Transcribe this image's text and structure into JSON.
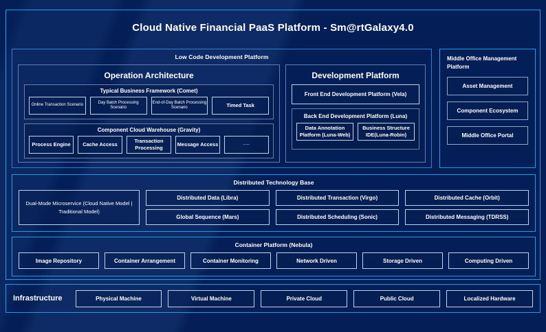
{
  "board": {
    "title": "Cloud Native Financial PaaS Platform - Sm@rtGalaxy4.0",
    "accent_color": "#1e9ee8",
    "background_color": "#041f57",
    "box_border_color": "#c3d4ea"
  },
  "low_code": {
    "title": "Low Code Development Platform",
    "operation_architecture": {
      "title": "Operation Architecture",
      "typical_business_framework": {
        "title": "Typical Business Framework (Comet)",
        "items": [
          "Online Transaction Scenario",
          "Day Batch Processing Scenario",
          "End-of-Day Batch Processing Scenario",
          "Timed Task"
        ]
      },
      "component_cloud_warehouse": {
        "title": "Component Cloud Warehouse (Gravity)",
        "items": [
          "Process Engine",
          "Cache Access",
          "Transaction Processing",
          "Message Access",
          "......"
        ]
      }
    },
    "development_platform": {
      "title": "Development Platform",
      "front_end": "Front End Development Platform (Vela)",
      "back_end": {
        "title": "Back End Development Platform (Luna)",
        "items": [
          "Data Annotation Platform (Luna-Web)",
          "Business Structure IDE(Luna-Robin)"
        ]
      }
    }
  },
  "middle_office": {
    "title": "Middle Office Management Platform",
    "items": [
      "Asset Management",
      "Component Ecosystem",
      "Middle Office Portal"
    ]
  },
  "distributed_technology_base": {
    "title": "Distributed Technology Base",
    "highlight": "Dual-Mode Microservice (Cloud Native Model | Traditional Model)",
    "columns": [
      [
        "Distributed Data (Libra)",
        "Global Sequence (Mars)"
      ],
      [
        "Distributed Transaction (Virgo)",
        "Distributed Scheduling (Sonic)"
      ],
      [
        "Distributed Cache (Orbit)",
        "Distributed Messaging (TDRSS)"
      ]
    ]
  },
  "container_platform": {
    "title": "Container Platform (Nebula)",
    "items": [
      "Image Repository",
      "Container Arrangement",
      "Container Monitoring",
      "Network Driven",
      "Storage Driven",
      "Computing Driven"
    ]
  },
  "infrastructure": {
    "label": "Infrastructure",
    "items": [
      "Physical Machine",
      "Virtual Machine",
      "Private Cloud",
      "Public Cloud",
      "Localized Hardware"
    ]
  }
}
